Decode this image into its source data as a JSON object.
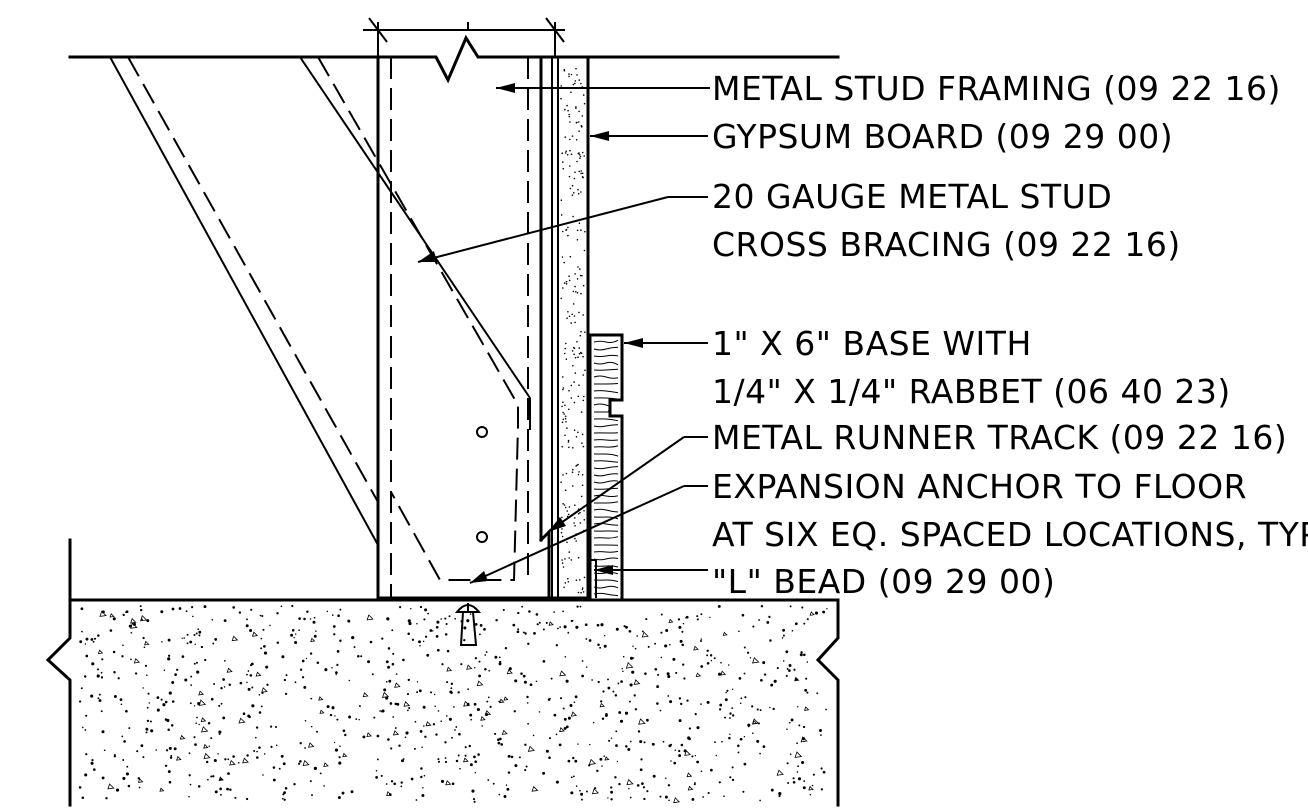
{
  "labels": {
    "metal_stud_framing": "METAL STUD FRAMING (09 22 16)",
    "gypsum_board": "GYPSUM BOARD (09 29 00)",
    "cross_bracing_1": "20 GAUGE METAL STUD",
    "cross_bracing_2": "CROSS BRACING (09 22 16)",
    "base_1": "1\" X 6\" BASE WITH",
    "base_2": "1/4\" X 1/4\" RABBET (06 40 23)",
    "runner_track": "METAL RUNNER TRACK (09 22 16)",
    "anchor_1": "EXPANSION ANCHOR TO FLOOR",
    "anchor_2": "AT SIX EQ. SPACED LOCATIONS, TYP.",
    "l_bead": "\"L\" BEAD (09 29 00)"
  },
  "colors": {
    "line": "#000000",
    "background": "#ffffff"
  }
}
